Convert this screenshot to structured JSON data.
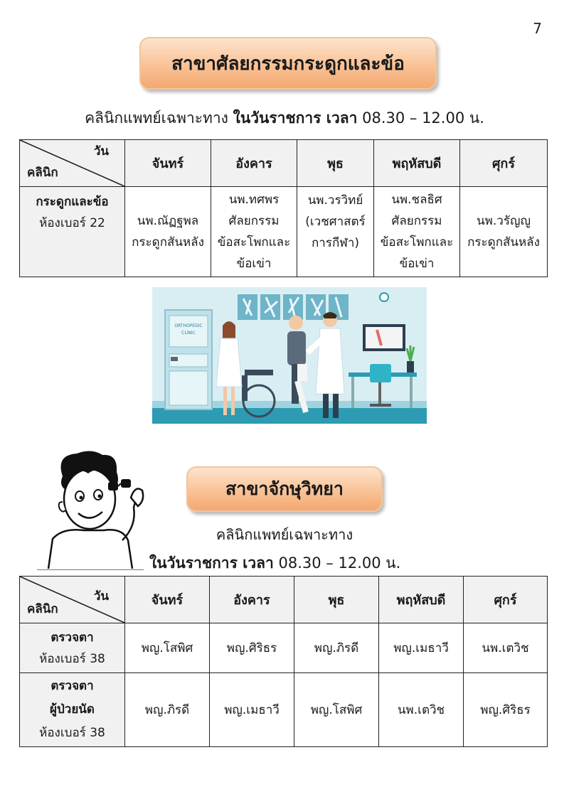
{
  "page_number": "7",
  "ortho": {
    "title": "สาขาศัลยกรรมกระดูกและข้อ",
    "subtitle_prefix": "คลินิกแพทย์เฉพาะทาง",
    "subtitle_main": "ในวันราชการ เวลา",
    "subtitle_time": "08.30 – 12.00 น.",
    "header_day": "วัน",
    "header_clinic": "คลินิก",
    "days": [
      "จันทร์",
      "อังคาร",
      "พุธ",
      "พฤหัสบดี",
      "ศุกร์"
    ],
    "row": {
      "clinic_name": "กระดูกและข้อ",
      "room": "ห้องเบอร์ 22",
      "mon": [
        "นพ.ณัฏฐพล",
        "กระดูกสันหลัง"
      ],
      "tue": [
        "นพ.ทศพร",
        "ศัลยกรรม",
        "ข้อสะโพกและ",
        "ข้อเข่า"
      ],
      "wed": [
        "นพ.วรวิทย์",
        "(เวชศาสตร์",
        "การกีฬา)"
      ],
      "thu": [
        "นพ.ชลธิศ",
        "ศัลยกรรม",
        "ข้อสะโพกและ",
        "ข้อเข่า"
      ],
      "fri": [
        "นพ.วรัญญู",
        "กระดูกสันหลัง"
      ]
    },
    "illustration_sign": [
      "ORTHOPEDIC",
      "CLINIC"
    ]
  },
  "eye": {
    "title": "สาขาจักษุวิทยา",
    "subtitle_line1": "คลินิกแพทย์เฉพาะทาง",
    "subtitle_main": "ในวันราชการ เวลา",
    "subtitle_time": "08.30 – 12.00 น.",
    "header_day": "วัน",
    "header_clinic": "คลินิก",
    "days": [
      "จันทร์",
      "อังคาร",
      "พุธ",
      "พฤหัสบดี",
      "ศุกร์"
    ],
    "rows": [
      {
        "clinic_name": "ตรวจตา",
        "room": "ห้องเบอร์ 38",
        "doctors": [
          "พญ.โสพิศ",
          "พญ.ศิริธร",
          "พญ.ภิรดี",
          "พญ.เมธาวี",
          "นพ.เตวิช"
        ]
      },
      {
        "clinic_name": "ตรวจตา",
        "clinic_sub": "ผู้ป่วยนัด",
        "room": "ห้องเบอร์ 38",
        "doctors": [
          "พญ.ภิรดี",
          "พญ.เมธาวี",
          "พญ.โสพิศ",
          "นพ.เตวิช",
          "พญ.ศิริธร"
        ]
      }
    ]
  }
}
